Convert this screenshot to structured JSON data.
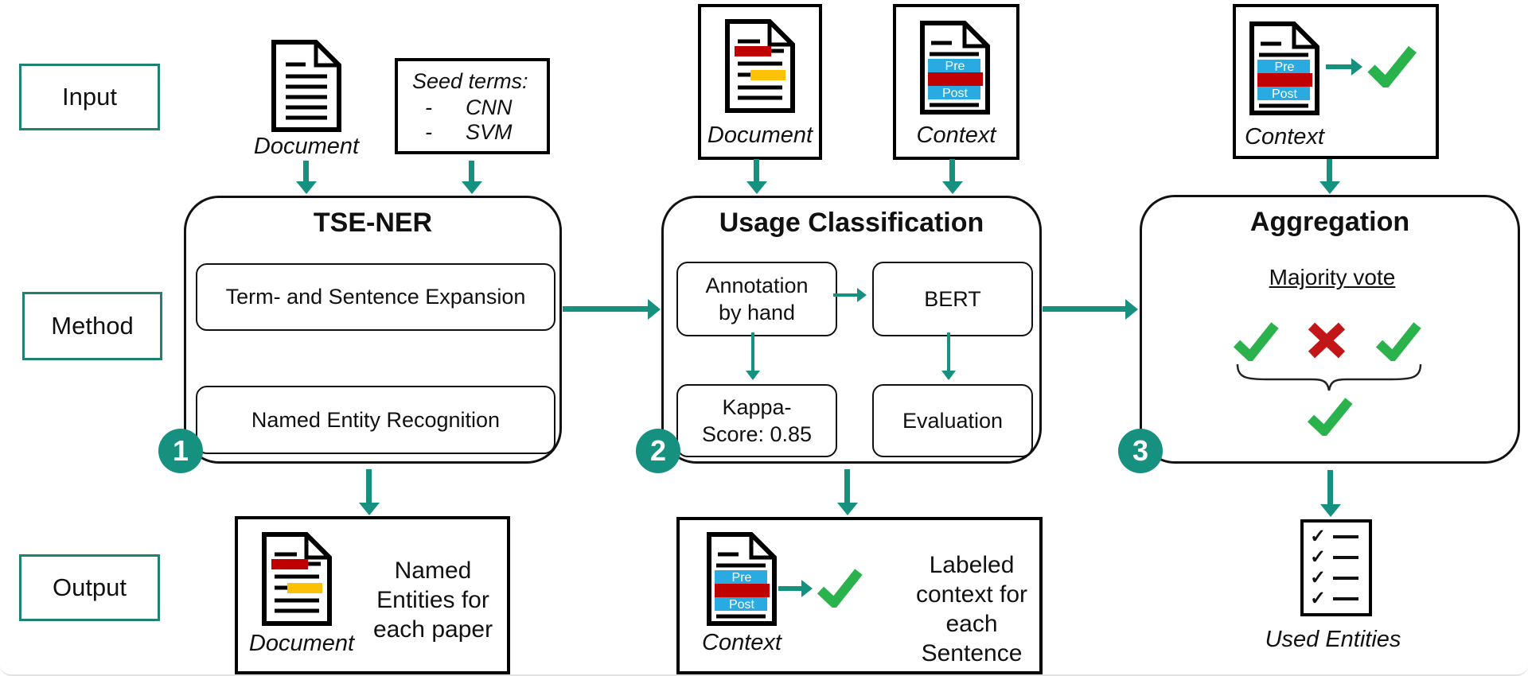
{
  "labels": {
    "input": "Input",
    "method": "Method",
    "output": "Output"
  },
  "colors": {
    "accent_teal": "#169180",
    "check_green": "#2ab34c",
    "cross_red": "#c11718",
    "bar_red": "#c00000",
    "bar_yellow": "#fcc105",
    "bar_cyan": "#29abe2"
  },
  "icons": {
    "context_pre": "Pre",
    "context_post": "Post"
  },
  "input_row": {
    "document_label": "Document",
    "seed_terms": {
      "title": "Seed terms:",
      "bullet": "-",
      "items": [
        "CNN",
        "SVM"
      ]
    },
    "stage2_document_label": "Document",
    "stage2_context_label": "Context",
    "stage3_context_label": "Context"
  },
  "stages": [
    {
      "badge": "1",
      "title": "TSE-NER",
      "steps": [
        "Term- and Sentence Expansion",
        "Named Entity Recognition"
      ]
    },
    {
      "badge": "2",
      "title": "Usage Classification",
      "annotation": "Annotation\nby hand",
      "bert": "BERT",
      "kappa": "Kappa-\nScore: 0.85",
      "evaluation": "Evaluation"
    },
    {
      "badge": "3",
      "title": "Aggregation",
      "majority_vote": "Majority vote"
    }
  ],
  "output_row": {
    "doc_output": {
      "document_label": "Document",
      "text": "Named\nEntities for\neach paper"
    },
    "context_output": {
      "context_label": "Context",
      "text": "Labeled\ncontext for\neach\nSentence"
    },
    "used_entities_label": "Used Entities"
  }
}
